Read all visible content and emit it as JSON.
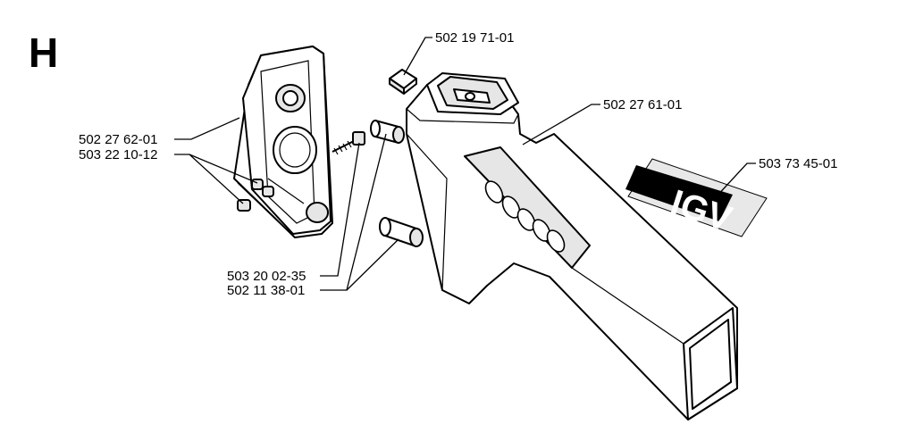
{
  "section_letter": "H",
  "parts": [
    {
      "number": "502 19 71-01"
    },
    {
      "number": "502 27 61-01"
    },
    {
      "number": "503 73 45-01"
    },
    {
      "number": "502 27 62-01"
    },
    {
      "number": "503 22 10-12"
    },
    {
      "number": "503 20 02-35"
    },
    {
      "number": "502 11 38-01"
    }
  ],
  "decal_text": "IGV"
}
